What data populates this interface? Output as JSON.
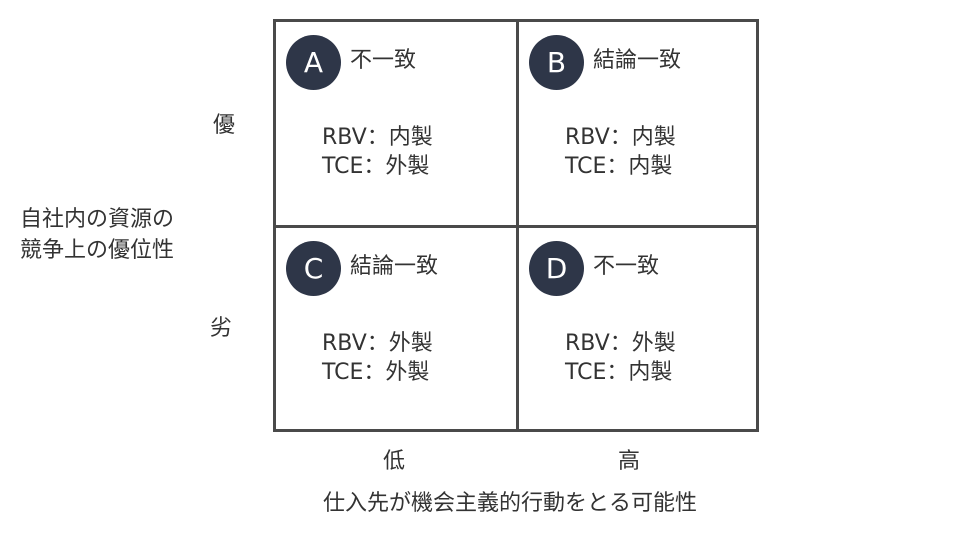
{
  "y_axis": {
    "title_line1": "自社内の資源の",
    "title_line2": "競争上の優位性",
    "high": "優",
    "low": "劣"
  },
  "x_axis": {
    "title": "仕入先が機会主義的行動をとる可能性",
    "low": "低",
    "high": "高"
  },
  "colors": {
    "badge": "#2e3648",
    "grid": "#4a4a4a",
    "text": "#333333"
  },
  "quadrants": {
    "a": {
      "letter": "A",
      "title": "不一致",
      "rbv": "RBV：内製",
      "tce": "TCE：外製"
    },
    "b": {
      "letter": "B",
      "title": "結論一致",
      "rbv": "RBV：内製",
      "tce": "TCE：内製"
    },
    "c": {
      "letter": "C",
      "title": "結論一致",
      "rbv": "RBV：外製",
      "tce": "TCE：外製"
    },
    "d": {
      "letter": "D",
      "title": "不一致",
      "rbv": "RBV：外製",
      "tce": "TCE：内製"
    }
  }
}
